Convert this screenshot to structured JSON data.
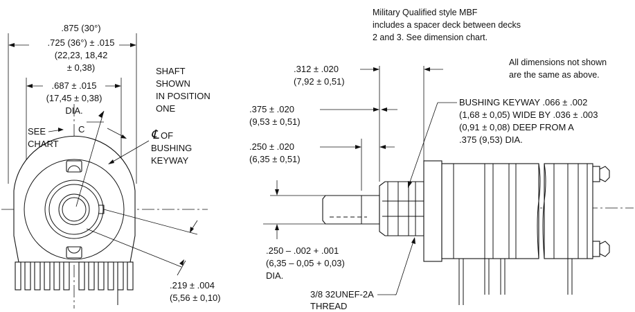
{
  "left_view": {
    "dim_width": [
      ".875 (30°)",
      ".725 (36°) ± .015",
      "(22,23, 18,42",
      "± 0,38)"
    ],
    "dim_bushing": [
      ".687 ± .015",
      "(17,45 ± 0,38)",
      "DIA."
    ],
    "shaft_note": [
      "SHAFT",
      "SHOWN",
      "IN POSITION",
      "ONE"
    ],
    "see_chart": [
      "SEE",
      "CHART"
    ],
    "letter_c": "C",
    "centerline_symbol": "℄",
    "centerline_note": [
      "OF",
      "BUSHING",
      "KEYWAY"
    ],
    "dim_keyway_offset": [
      ".219 ± .004",
      "(5,56 ± 0,10)"
    ]
  },
  "right_view": {
    "mbf_note": [
      "Military Qualified style MBF",
      "includes a spacer deck between decks",
      "2 and 3. See dimension chart."
    ],
    "not_shown_note": [
      "All dimensions not shown",
      "are the same as above."
    ],
    "dim_312": [
      ".312 ± .020",
      "(7,92 ± 0,51)"
    ],
    "dim_375": [
      ".375 ± .020",
      "(9,53 ± 0,51)"
    ],
    "dim_250": [
      ".250 ± .020",
      "(6,35 ± 0,51)"
    ],
    "keyway_note": [
      "BUSHING KEYWAY .066 ± .002",
      "(1,68 ± 0,05) WIDE BY .036 ± .003",
      "(0,91 ± 0,08) DEEP FROM A",
      ".375 (9,53) DIA."
    ],
    "shaft_dia": [
      ".250 – .002 + .001",
      "(6,35 – 0,05 + 0,03)",
      "DIA."
    ],
    "thread": [
      "3/8 32UNEF-2A",
      "THREAD"
    ]
  }
}
